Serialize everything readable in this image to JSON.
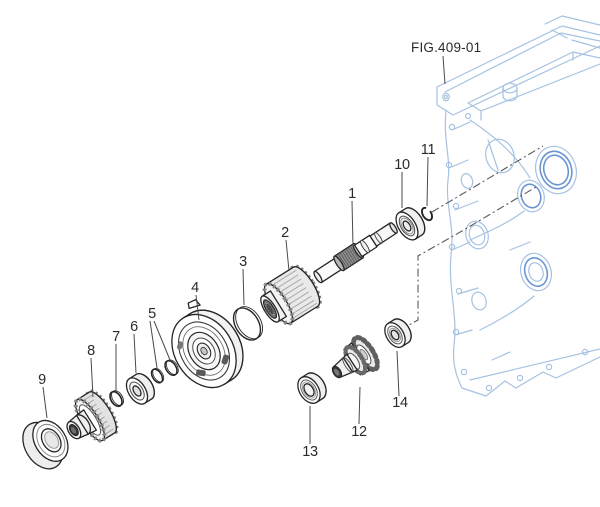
{
  "figure": {
    "title": "FIG.409-01"
  },
  "parts": [
    {
      "number": "1"
    },
    {
      "number": "2"
    },
    {
      "number": "3"
    },
    {
      "number": "4"
    },
    {
      "number": "5"
    },
    {
      "number": "6"
    },
    {
      "number": "7"
    },
    {
      "number": "8"
    },
    {
      "number": "9"
    },
    {
      "number": "10"
    },
    {
      "number": "11"
    },
    {
      "number": "12"
    },
    {
      "number": "13"
    },
    {
      "number": "14"
    }
  ],
  "colors": {
    "background": "#ffffff",
    "part_line": "#252525",
    "label_text": "#2b2b2b",
    "housing_line": "#a6c2e2",
    "housing_accent": "#6b95d2"
  }
}
